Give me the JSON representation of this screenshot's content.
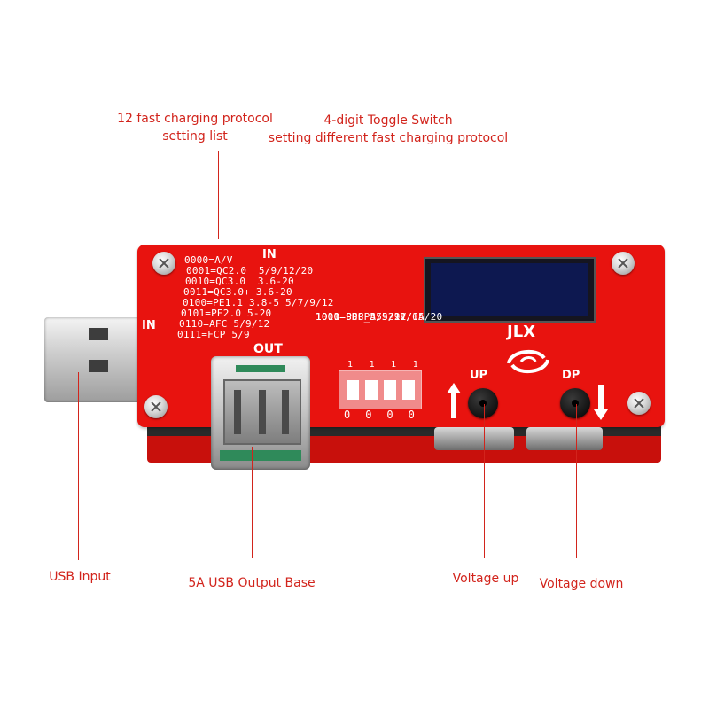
{
  "callouts": {
    "protocol_list": [
      "12 fast charging protocol",
      "setting list"
    ],
    "toggle_switch": [
      "4-digit Toggle Switch",
      "setting different fast charging protocol"
    ],
    "usb_input": "USB Input",
    "usb_output": "5A USB Output Base",
    "voltage_up": "Voltage up",
    "voltage_down": "Voltage down"
  },
  "board": {
    "in_top": "IN",
    "in_left": "IN",
    "out": "OUT",
    "brand": "JLX",
    "up": "UP",
    "dp": "DP",
    "switch_top": [
      "1",
      "1",
      "1",
      "1"
    ],
    "switch_bottom": [
      "0",
      "0",
      "0",
      "0"
    ],
    "protocols_left": [
      "0000=A/V",
      "0001=QC2.0  5/9/12/20",
      "0010=QC3.0  3.6-20",
      "0011=QC3.0+ 3.6-20",
      "0100=PE1.1 3.8-5 5/7/9/12",
      "0101=PE2.0 5-20",
      "0110=AFC 5/9/12",
      "0111=FCP 5/9"
    ],
    "protocols_right": [
      "1000=SCP_A 5/9",
      "1001=SSCP 5-21V/6A",
      "1010=PD  5/9/12/15/20",
      "1011=PPS 3.3-21"
    ]
  },
  "colors": {
    "pcb": "#e8130f",
    "callout": "#d2241c",
    "silkscreen": "#ffffff"
  },
  "icons": [
    "screw-icon",
    "arrow-up-icon",
    "arrow-down-icon",
    "brand-logo-icon"
  ]
}
